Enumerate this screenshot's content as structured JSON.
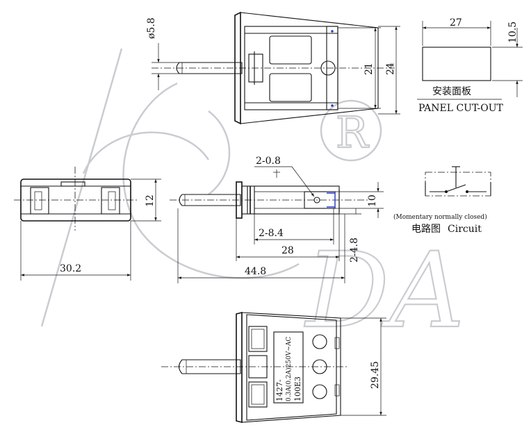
{
  "watermark": {
    "brand": "DA",
    "registered_mark": "R"
  },
  "dimensions": {
    "pin_diameter": "ø5.8",
    "body_height_inner": "21",
    "body_height_outer": "24",
    "side_height": "12",
    "hole_spec": "2-0.8",
    "terminal_height": "10",
    "terminal_length": "2-8.4",
    "body_length": "28",
    "terminal_offset": "2-4.8",
    "front_width": "30.2",
    "total_length": "44.8",
    "bottom_height": "29.45"
  },
  "panel_cutout": {
    "width": "27",
    "height": "10.5",
    "label_cn": "安装面板",
    "label_en": "PANEL CUT-OUT"
  },
  "circuit": {
    "note": "(Momentary normally closed)",
    "label_cn": "电路图",
    "label_en": "Circuit"
  },
  "product_label": {
    "model": "1427-",
    "rating": "0.3A(0.2A)250V~AC",
    "cert": "100E3"
  }
}
